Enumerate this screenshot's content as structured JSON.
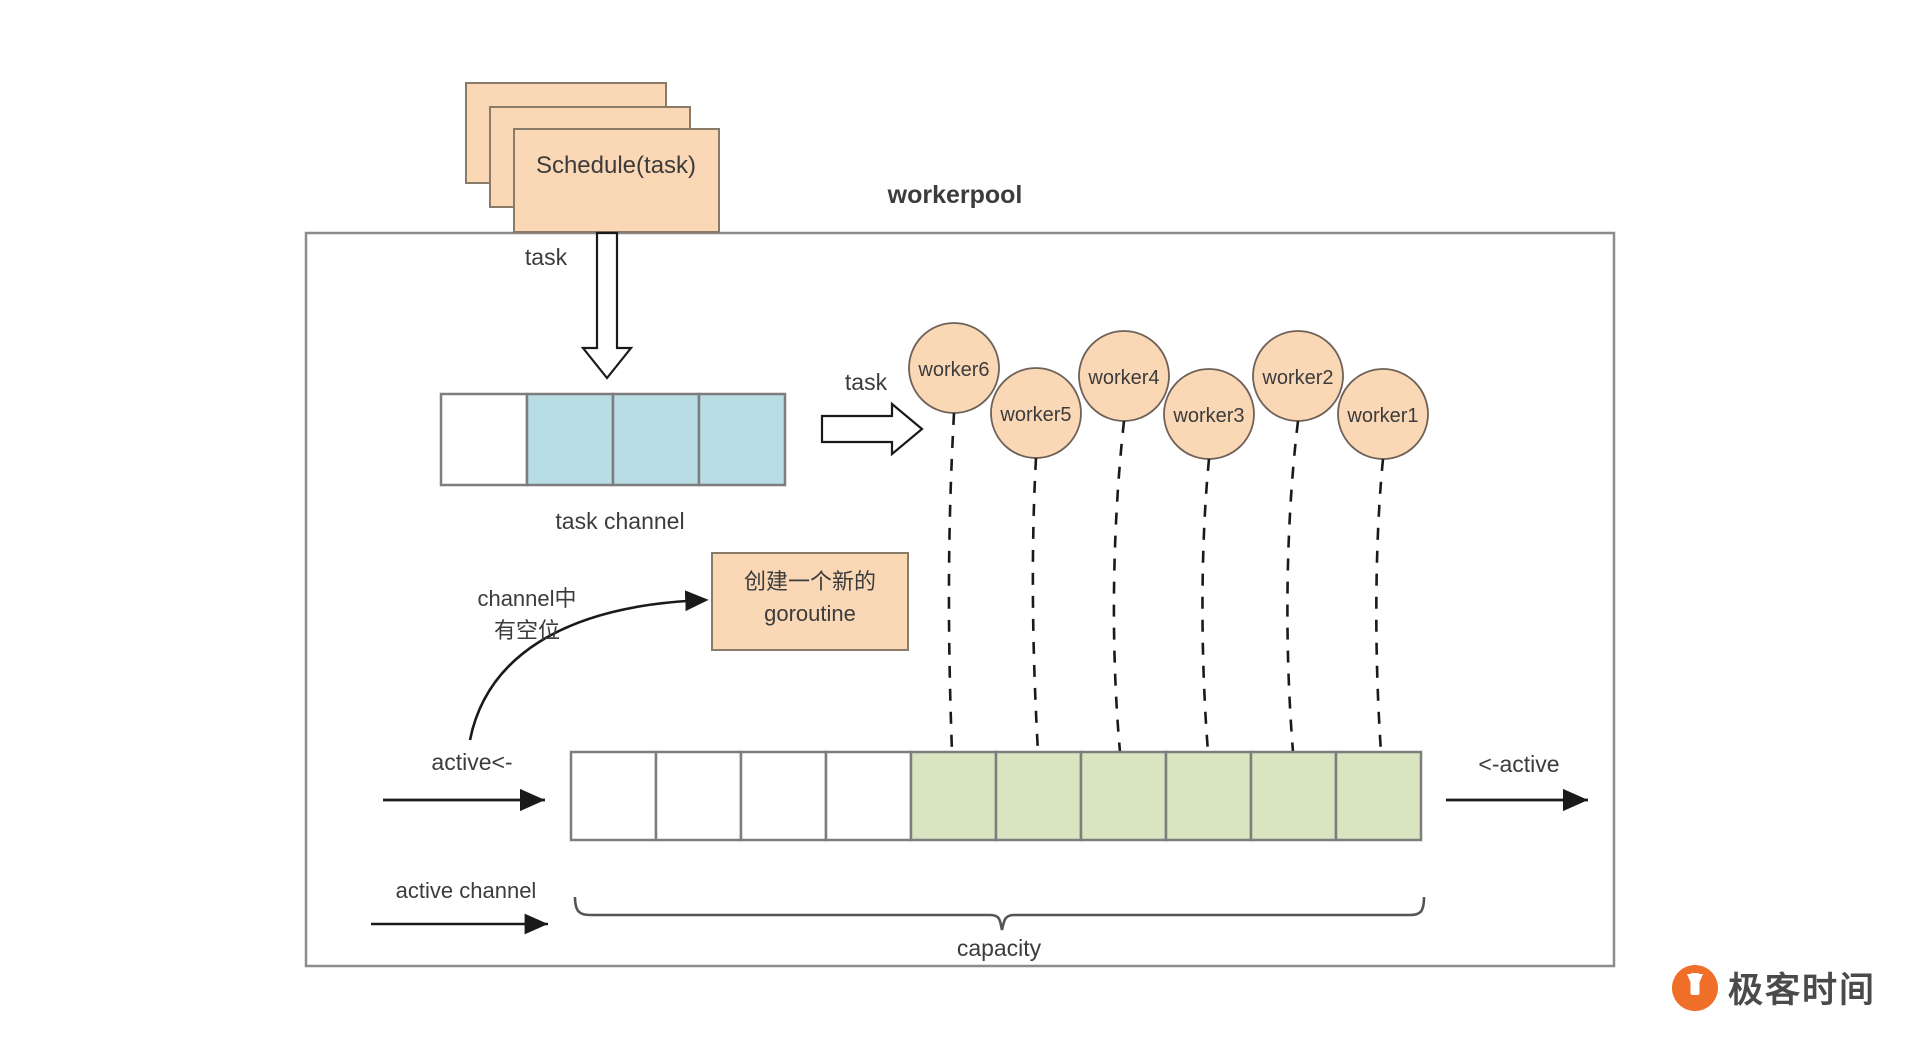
{
  "diagram": {
    "title": "workerpool",
    "schedule_box_label": "Schedule(task)",
    "task_label_top": "task",
    "task_label_mid": "task",
    "task_channel_label": "task channel",
    "goroutine_box_line1": "创建一个新的",
    "goroutine_box_line2": "goroutine",
    "channel_free_line1": "channel中",
    "channel_free_line2": "有空位",
    "active_in_label": "active<-",
    "active_out_label": "<-active",
    "active_channel_label": "active channel",
    "capacity_label": "capacity",
    "workers": [
      {
        "name": "worker6"
      },
      {
        "name": "worker5"
      },
      {
        "name": "worker4"
      },
      {
        "name": "worker3"
      },
      {
        "name": "worker2"
      },
      {
        "name": "worker1"
      }
    ],
    "task_channel_cells": [
      "empty",
      "filled",
      "filled",
      "filled"
    ],
    "active_channel_cells": [
      "empty",
      "empty",
      "empty",
      "empty",
      "filled",
      "filled",
      "filled",
      "filled",
      "filled",
      "filled"
    ],
    "colors": {
      "orange_fill": "#fad7b5",
      "orange_stroke": "#8a7a68",
      "blue_fill": "#b8dde5",
      "green_fill": "#d9e4c0",
      "cell_stroke": "#7d7d7d",
      "frame_stroke": "#8c8c8c",
      "text": "#3c3c3c",
      "brand_orange": "#ef6f28"
    }
  },
  "watermark": {
    "brand_text": "极客时间",
    "logo_icon": "geekbang-logo-icon"
  }
}
